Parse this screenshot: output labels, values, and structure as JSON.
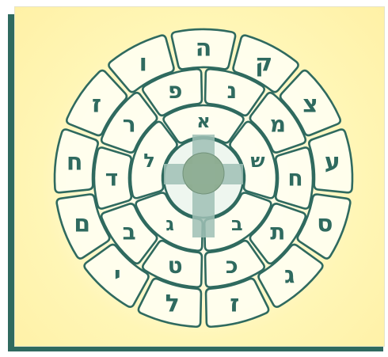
{
  "colors": {
    "shadow": "#2f6a5f",
    "background_center": "#fffce6",
    "background_edge": "#fff1a6",
    "stroke": "#2f6a5f",
    "cross": "#9fbfb5",
    "center_disc": "#8aa88e"
  },
  "icons": {
    "center": "cross-icon",
    "rays": "compass-star-icon",
    "disc": "disc-icon"
  },
  "wheel": {
    "outer_ring": [
      "ה",
      "ק",
      "צ",
      "ע",
      "ס",
      "ג",
      "ז",
      "ל",
      "י",
      "ם",
      "ח",
      "ז",
      "ו"
    ],
    "middle_ring": [
      "פ",
      "נ",
      "מ",
      "ח",
      "ת",
      "כ",
      "ט",
      "ב",
      "ד",
      "ר"
    ],
    "inner_ring": [
      "א",
      "ש",
      "ב",
      "ג",
      "ל"
    ]
  }
}
